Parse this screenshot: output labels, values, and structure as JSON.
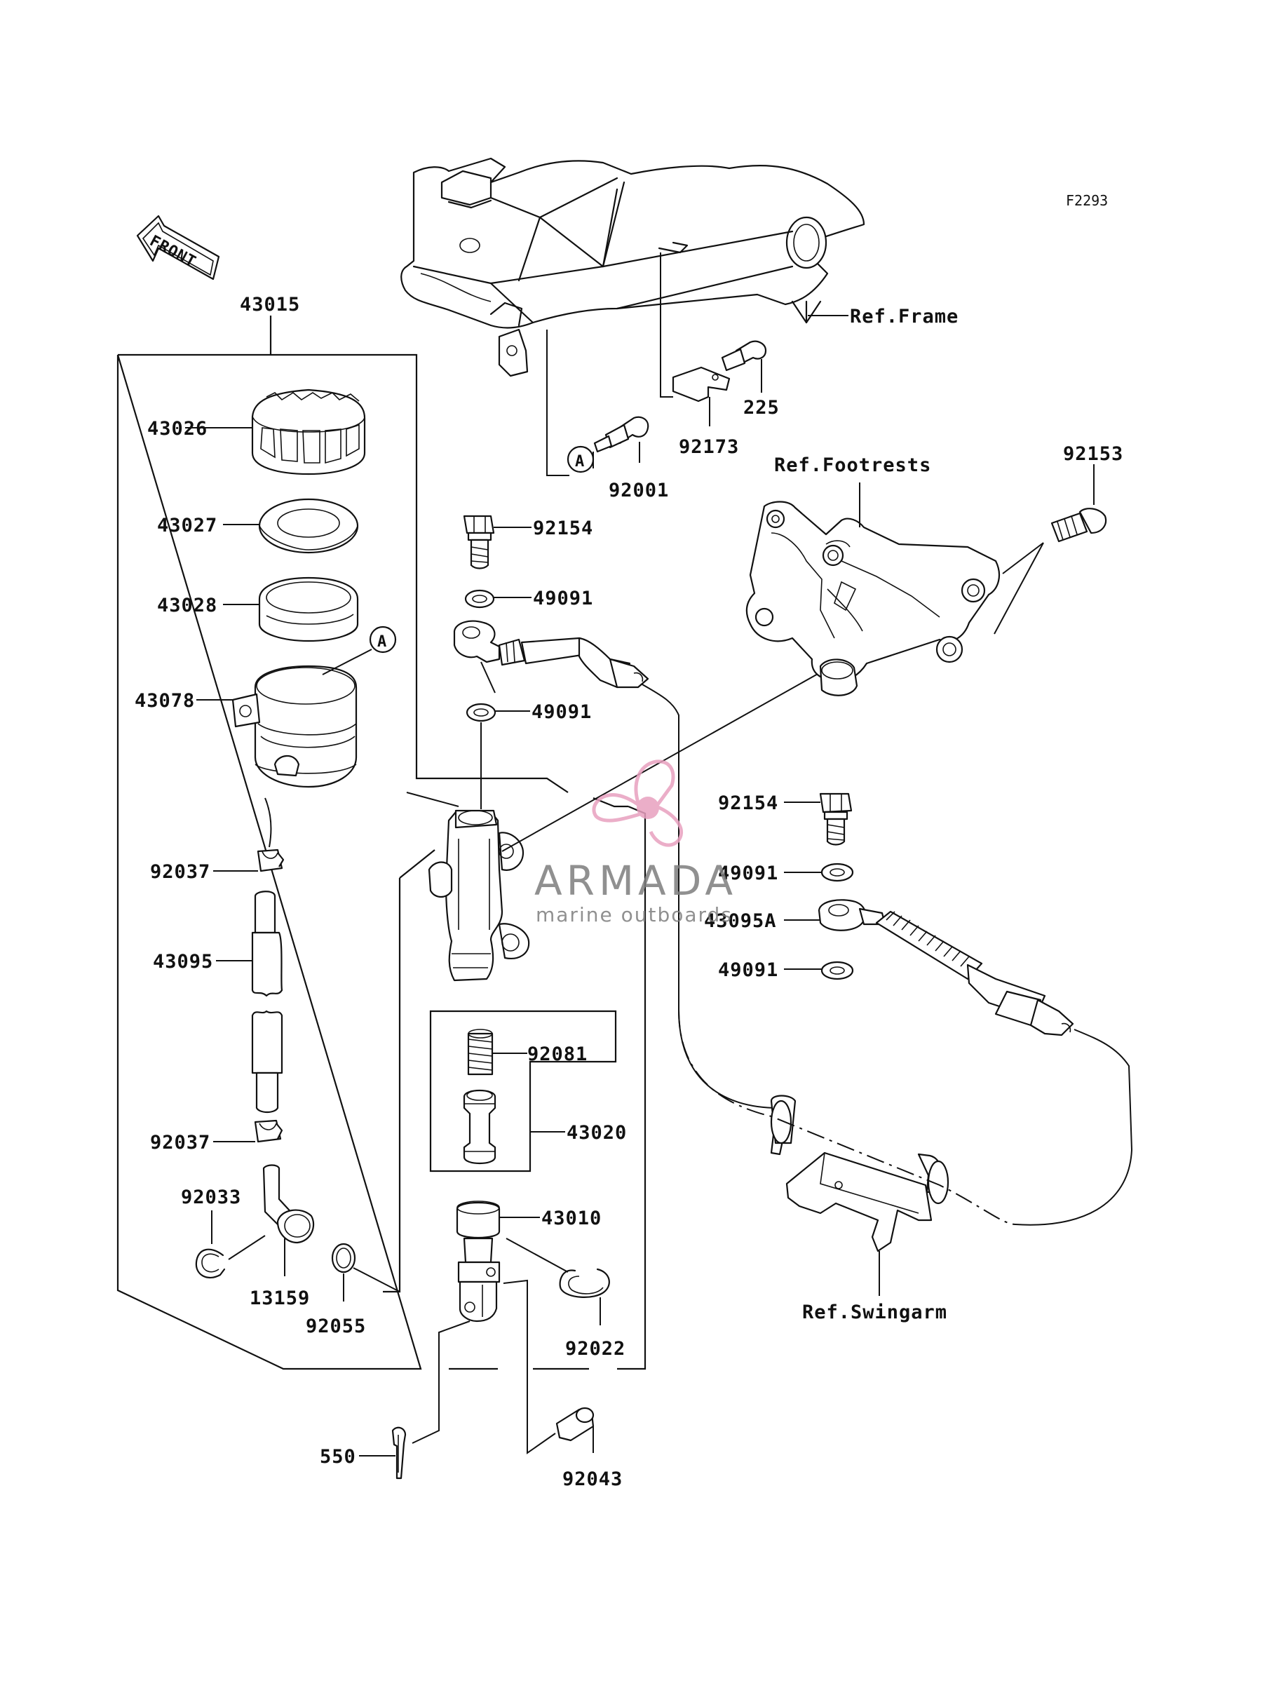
{
  "diagram_code": "F2293",
  "front_arrow_label": "FRONT",
  "callout_marker": "A",
  "assembly_number": "43015",
  "sub_assembly_number": "43020",
  "refs": {
    "frame": "Ref.Frame",
    "footrests": "Ref.Footrests",
    "swingarm": "Ref.Swingarm"
  },
  "parts": {
    "p43026": "43026",
    "p43027": "43027",
    "p43028": "43028",
    "p43078": "43078",
    "p92037a": "92037",
    "p43095": "43095",
    "p92037b": "92037",
    "p92033": "92033",
    "p13159": "13159",
    "p92055": "92055",
    "p225": "225",
    "p92173": "92173",
    "p92001": "92001",
    "p92154a": "92154",
    "p49091a": "49091",
    "p49091b": "49091",
    "p92153": "92153",
    "p92154b": "92154",
    "p49091c": "49091",
    "p43095A": "43095A",
    "p49091d": "49091",
    "p92081": "92081",
    "p43010": "43010",
    "p92022": "92022",
    "p550": "550",
    "p92043": "92043"
  },
  "watermark": {
    "brand": "ARMADA",
    "tagline": "marine outboards",
    "color": "#e8a0bf"
  }
}
